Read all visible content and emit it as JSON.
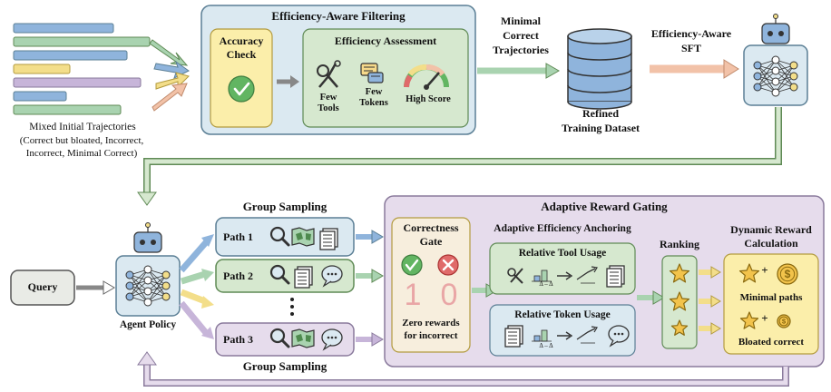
{
  "colors": {
    "blue_fill": "#dbe9f1",
    "blue_stroke": "#5b7f95",
    "green_fill": "#d6e8cf",
    "green_stroke": "#5f8a55",
    "yellow_fill": "#fbeeaa",
    "purple_fill": "#e6dcec",
    "purple_stroke": "#8a7a9c",
    "gray_fill": "#e9ebe6",
    "traj_blue": "#8fb4dc",
    "traj_green": "#a9d3b0",
    "traj_yellow": "#f3de8a",
    "traj_purple": "#c7b5d9",
    "traj_orange": "#f2c2a8",
    "star": "#f2c34b",
    "check": "#62b562",
    "cross": "#e06a6a",
    "big_number": "#e9a6a6"
  },
  "icons": [
    "document-icon",
    "magnifier-icon",
    "tools-icon",
    "chat-icon",
    "gauge-icon",
    "database-icon",
    "robot-icon",
    "map-icon",
    "star-icon",
    "coin-icon",
    "check-icon",
    "cross-icon",
    "bar-chart-icon",
    "trend-icon"
  ],
  "stage1": {
    "mixed_title": "Mixed Initial Trajectories",
    "mixed_sub1": "(Correct but bloated, Incorrect,",
    "mixed_sub2": "Incorrect, Minimal Correct)",
    "filter_title": "Efficiency-Aware Filtering",
    "accuracy_l1": "Accuracy",
    "accuracy_l2": "Check",
    "assessment_title": "Efficiency Assessment",
    "few_tools_1": "Few",
    "few_tools_2": "Tools",
    "few_tokens_1": "Few",
    "few_tokens_2": "Tokens",
    "high_score": "High Score",
    "minimal_1": "Minimal",
    "minimal_2": "Correct",
    "minimal_3": "Trajectories",
    "refined_1": "Refined",
    "refined_2": "Training Dataset",
    "sft_1": "Efficiency-Aware",
    "sft_2": "SFT"
  },
  "stage2": {
    "query": "Query",
    "agent_policy": "Agent Policy",
    "group_sampling": "Group Sampling",
    "path1": "Path 1",
    "path2": "Path 2",
    "path3": "Path 3",
    "arg_title": "Adaptive Reward Gating",
    "correctness_1": "Correctness",
    "correctness_2": "Gate",
    "one": "1",
    "zero": "0",
    "zero_rewards_1": "Zero rewards",
    "zero_rewards_2": "for incorrect",
    "anchoring_title": "Adaptive Efficiency Anchoring",
    "rel_tool": "Relative Tool Usage",
    "rel_token": "Relative Token Usage",
    "ranking": "Ranking",
    "dynamic_1": "Dynamic Reward",
    "dynamic_2": "Calculation",
    "minimal_paths": "Minimal paths",
    "bloated_correct": "Bloated correct",
    "plus": "+",
    "delta": "Δ – Δ"
  }
}
